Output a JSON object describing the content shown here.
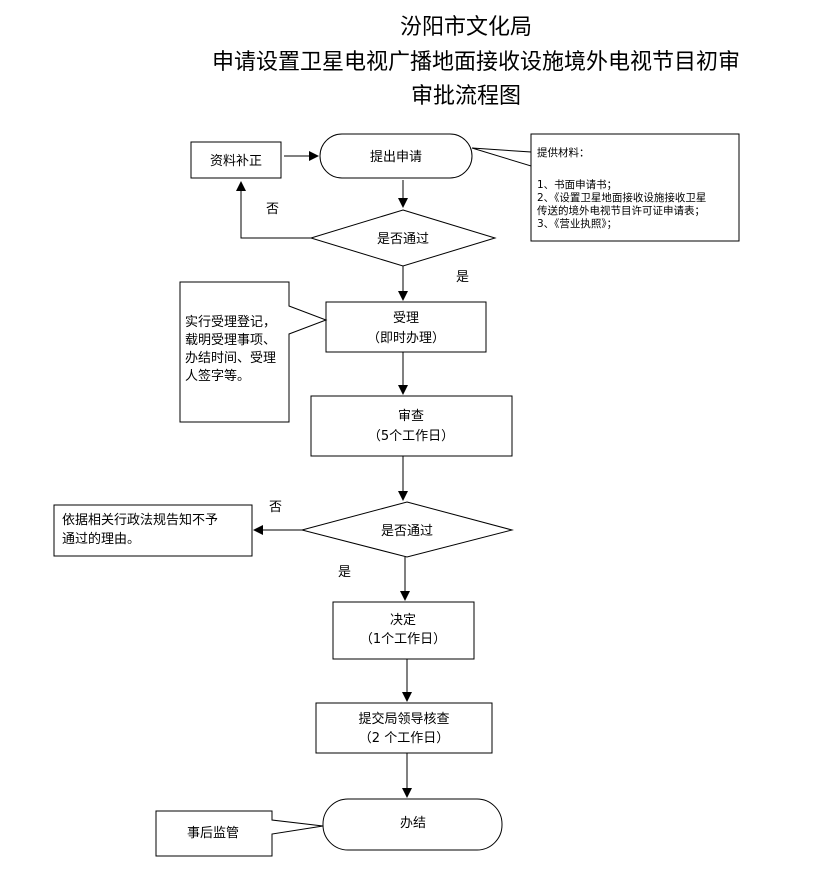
{
  "title": {
    "line1": "汾阳市文化局",
    "line2": "申请设置卫星电视广播地面接收设施境外电视节目初审",
    "line3": "审批流程图"
  },
  "nodes": {
    "apply": "提出申请",
    "supplement": "资料补正",
    "materials_title": "提供材料：",
    "materials_1": "1、书面申请书；",
    "materials_2a": "2、《设置卫星地面接收设施接收卫星",
    "materials_2b": "传送的境外电视节目许可证申请表；",
    "materials_3": "3、《营业执照》；",
    "decision1": "是否通过",
    "accept_l1": "受理",
    "accept_l2": "（即时办理）",
    "accept_note_1": "实行受理登记，",
    "accept_note_2": "载明受理事项、",
    "accept_note_3": "办结时间、受理",
    "accept_note_4": "人签字等。",
    "review_l1": "审查",
    "review_l2": "（5个工作日）",
    "decision2": "是否通过",
    "reject_note_1": "依据相关行政法规告知不予",
    "reject_note_2": "通过的理由。",
    "decide_l1": "决定",
    "decide_l2": "（1个工作日）",
    "leader_l1": "提交局领导核查",
    "leader_l2": "（2 个工作日）",
    "finish": "办结",
    "supervise": "事后监管"
  },
  "labels": {
    "no1": "否",
    "yes1": "是",
    "no2": "否",
    "yes2": "是"
  }
}
